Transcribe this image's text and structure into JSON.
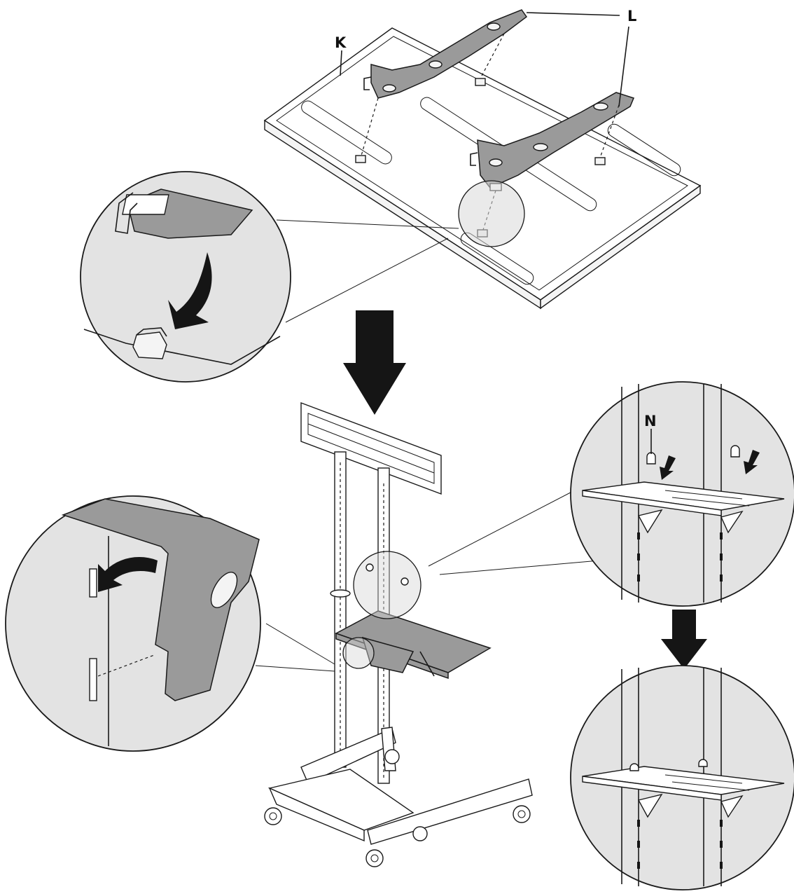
{
  "labels": {
    "tv_panel": "K",
    "brackets": "L",
    "shelf_pin": "N"
  },
  "colors": {
    "line": "#1a1a1a",
    "bracket_fill": "#9a9a9a",
    "zoom_fill": "#e3e3e3",
    "arrow": "#151515"
  },
  "icons": {
    "step_arrow": "down-arrow-icon",
    "rotate_arrow": "curved-arrow-icon"
  }
}
